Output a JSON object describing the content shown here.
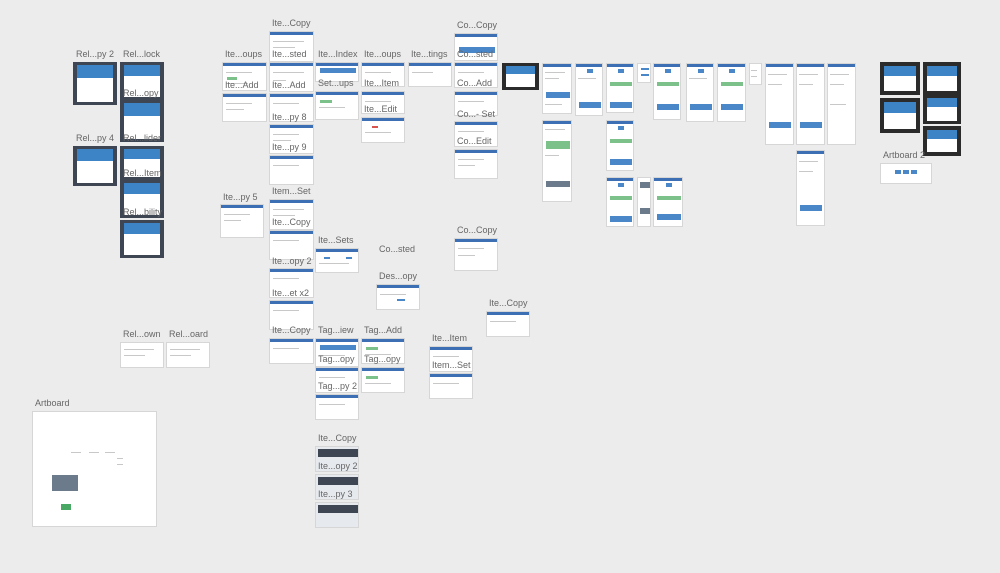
{
  "canvas": {
    "labels": {
      "rel_py2": "Rel...py 2",
      "rel_lock": "Rel...lock",
      "rel_opy": "Rel...opy",
      "rel_py4": "Rel...py 4",
      "rel_lider": "Rel...lider",
      "rel_item": "Rel...Item",
      "rel_bility": "Rel...bility",
      "ite_oups": "Ite...oups",
      "ite_add_1": "Ite...Add",
      "ite_copy_top": "Ite...Copy",
      "ite_sted": "Ite...sted",
      "ite_add_2": "Ite...Add",
      "ite_py8": "Ite...py 8",
      "ite_py9": "Ite...py 9",
      "item_set": "Item...Set",
      "ite_copy_2": "Ite...Copy",
      "ite_opy2": "Ite...opy 2",
      "ite_et_x2": "Ite...et x2",
      "ite_copy_3": "Ite...Copy",
      "ite_index": "Ite...Index",
      "set_ups": "Set...ups",
      "ite_oups_2": "Ite...oups",
      "ite_item": "Ite...Item",
      "ite_edit": "Ite...Edit",
      "ite_tings": "Ite...tings",
      "co_copy_1": "Co...Copy",
      "co_sted": "Co...sted",
      "co_add": "Co...Add",
      "co_set": "Co...- Set",
      "co_edit": "Co...Edit",
      "co_copy_2": "Co...Copy",
      "ite_py5": "Ite...py 5",
      "ite_sets": "Ite...Sets",
      "co_sted_2": "Co...sted",
      "des_opy": "Des...opy",
      "ite_copy_4": "Ite...Copy",
      "rel_own": "Rel...own",
      "rel_oard": "Rel...oard",
      "tag_iew": "Tag...iew",
      "tag_add": "Tag...Add",
      "tag_opy_1": "Tag...opy",
      "tag_opy_2": "Tag...opy",
      "tag_py2": "Tag...py 2",
      "ite_item_2": "Ite...Item",
      "item_set_2": "Item...Set",
      "ite_copy_5": "Ite...Copy",
      "ite_opy2_2": "Ite...opy 2",
      "ite_py3": "Ite...py 3",
      "artboard": "Artboard",
      "artboard2": "Artboard 2"
    }
  }
}
